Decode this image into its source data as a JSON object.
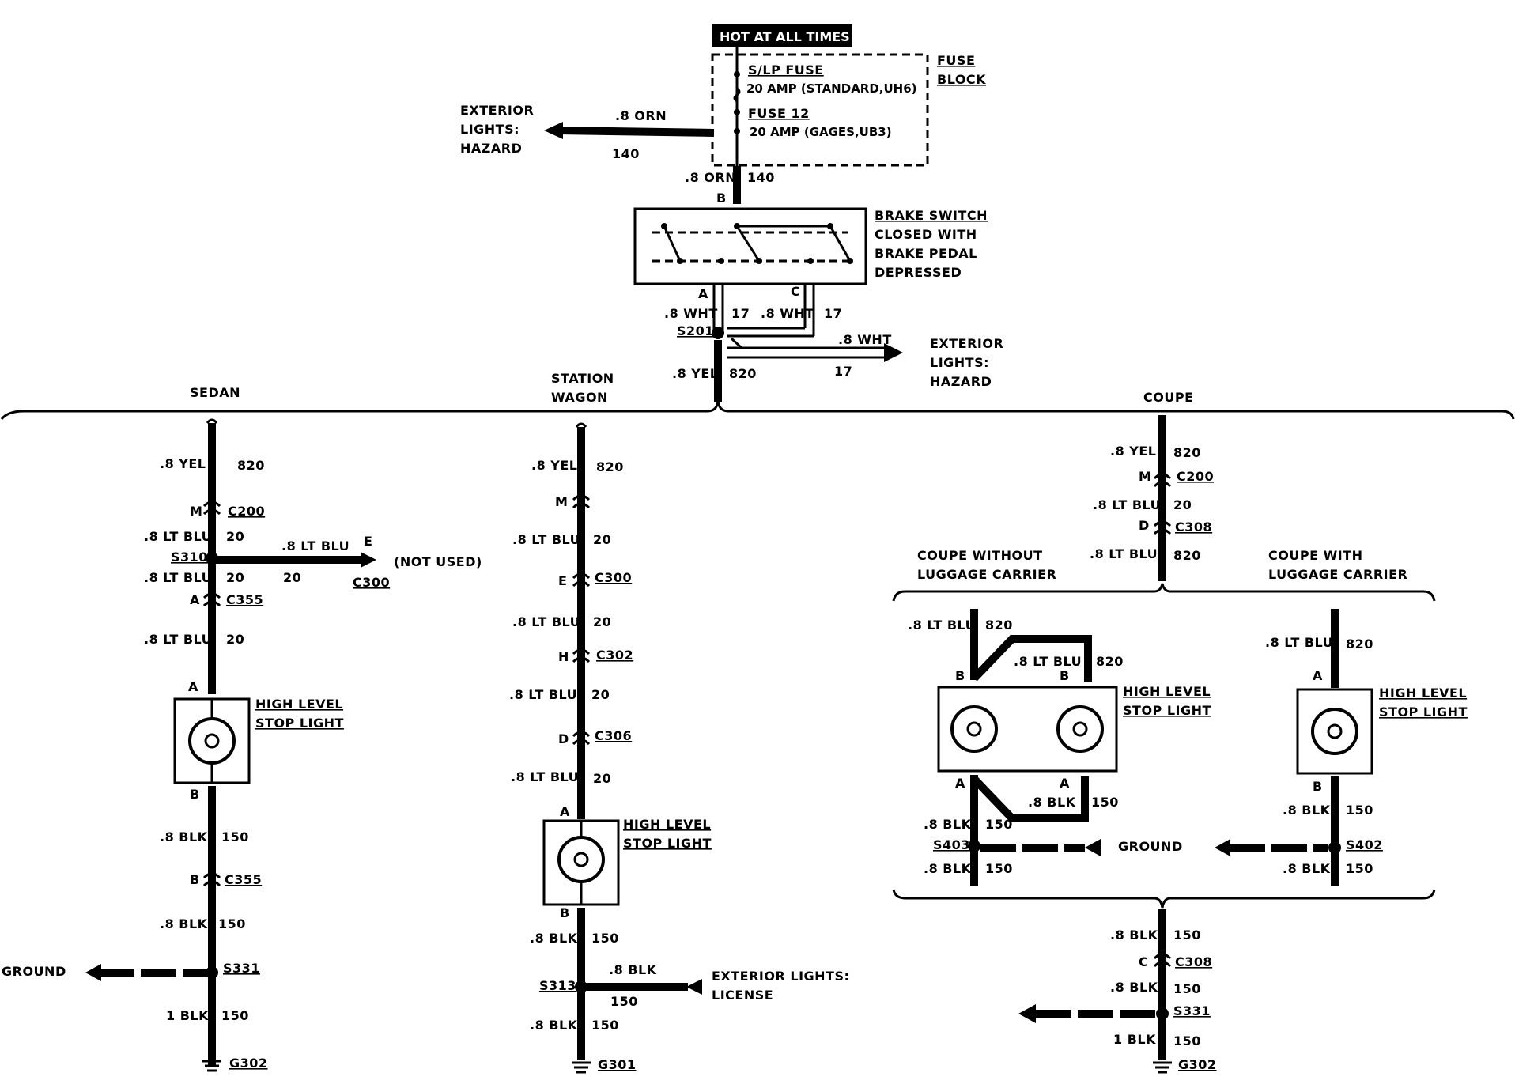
{
  "top": {
    "hot": "HOT AT ALL TIMES",
    "fuse_block": [
      "FUSE",
      "BLOCK"
    ],
    "slp_fuse": "S/LP FUSE",
    "slp_fuse_rating": "20 AMP (STANDARD,UH6)",
    "fuse12": "FUSE 12",
    "fuse12_rating": "20 AMP (GAGES,UB3)",
    "ext_hazard_left": [
      "EXTERIOR",
      "LIGHTS:",
      "HAZARD"
    ],
    "wire_8orn_left": ".8 ORN",
    "wire_140_left": "140",
    "wire_8orn_down": ".8 ORN",
    "wire_140_down": "140",
    "pin_b": "B",
    "brake_switch": [
      "BRAKE SWITCH",
      "CLOSED WITH",
      "BRAKE PEDAL",
      "DEPRESSED"
    ],
    "pin_a": "A",
    "pin_c": "C",
    "wire_8wht_a": ".8 WHT",
    "wire_17_a": "17",
    "wire_8wht_c": ".8 WHT",
    "wire_17_c": "17",
    "s201": "S201",
    "wire_8wht_right": ".8 WHT",
    "wire_17_right": "17",
    "ext_hazard_right": [
      "EXTERIOR",
      "LIGHTS:",
      "HAZARD"
    ],
    "wire_8yel": ".8 YEL",
    "wire_820": "820"
  },
  "sections": {
    "sedan": "SEDAN",
    "station_wagon": [
      "STATION",
      "WAGON"
    ],
    "coupe": "COUPE"
  },
  "sedan": {
    "w1": ".8 YEL",
    "n1": "820",
    "pin_m": "M",
    "c200": "C200",
    "w2": ".8 LT BLU",
    "n2": "20",
    "s310": "S310",
    "branch_wire": ".8 LT BLU",
    "branch_num": "20",
    "pin_e": "E",
    "c300": "C300",
    "not_used": "(NOT USED)",
    "w3": ".8 LT BLU",
    "n3": "20",
    "pin_a": "A",
    "c355a": "C355",
    "w4": ".8 LT BLU",
    "n4": "20",
    "pin_a2": "A",
    "lamp": [
      "HIGH LEVEL",
      "STOP LIGHT"
    ],
    "pin_b": "B",
    "w5": ".8 BLK",
    "n5": "150",
    "pin_b2": "B",
    "c355b": "C355",
    "w6": ".8 BLK",
    "n6": "150",
    "ground": "GROUND",
    "s331": "S331",
    "w7": "1 BLK",
    "n7": "150",
    "g302": "G302"
  },
  "wagon": {
    "w1": ".8 YEL",
    "n1": "820",
    "pin_m": "M",
    "w2": ".8 LT BLU",
    "n2": "20",
    "pin_e": "E",
    "c300": "C300",
    "w3": ".8 LT BLU",
    "n3": "20",
    "pin_h": "H",
    "c302": "C302",
    "w4": ".8 LT BLU",
    "n4": "20",
    "pin_d": "D",
    "c306": "C306",
    "w5": ".8 LT BLU",
    "n5": "20",
    "pin_a": "A",
    "lamp": [
      "HIGH LEVEL",
      "STOP LIGHT"
    ],
    "pin_b": "B",
    "w6": ".8 BLK",
    "n6": "150",
    "s313": "S313",
    "branch_wire": ".8 BLK",
    "branch_num": "150",
    "ext_license": [
      "EXTERIOR LIGHTS:",
      "LICENSE"
    ],
    "w7": ".8 BLK",
    "n7": "150",
    "g301": "G301"
  },
  "coupe": {
    "w1": ".8 YEL",
    "n1": "820",
    "pin_m": "M",
    "c200": "C200",
    "w2": ".8 LT BLU",
    "n2": "20",
    "pin_d": "D",
    "c308": "C308",
    "w3": ".8 LT BLU",
    "n3": "820",
    "without": [
      "COUPE WITHOUT",
      "LUGGAGE CARRIER"
    ],
    "with": [
      "COUPE WITH",
      "LUGGAGE CARRIER"
    ],
    "wo_w1": ".8 LT BLU",
    "wo_n1": "820",
    "wo_w2": ".8 LT BLU",
    "wo_n2": "820",
    "wo_pin_b1": "B",
    "wo_pin_b2": "B",
    "wo_lamp": [
      "HIGH LEVEL",
      "STOP LIGHT"
    ],
    "wo_pin_a1": "A",
    "wo_pin_a2": "A",
    "wo_w3": ".8 BLK",
    "wo_n3": "150",
    "wo_w4": ".8 BLK",
    "wo_n4": "150",
    "s403": "S403",
    "ground": "GROUND",
    "wo_w5": ".8 BLK",
    "wo_n5": "150",
    "w_w1": ".8 LT BLU",
    "w_n1": "820",
    "w_pin_a": "A",
    "w_lamp": [
      "HIGH LEVEL",
      "STOP LIGHT"
    ],
    "w_pin_b": "B",
    "w_w2": ".8 BLK",
    "w_n2": "150",
    "s402": "S402",
    "w_w3": ".8 BLK",
    "w_n3": "150",
    "b_w1": ".8 BLK",
    "b_n1": "150",
    "pin_c": "C",
    "c308b": "C308",
    "b_w2": ".8 BLK",
    "b_n2": "150",
    "s331": "S331",
    "b_w3": "1 BLK",
    "b_n3": "150",
    "g302": "G302"
  }
}
